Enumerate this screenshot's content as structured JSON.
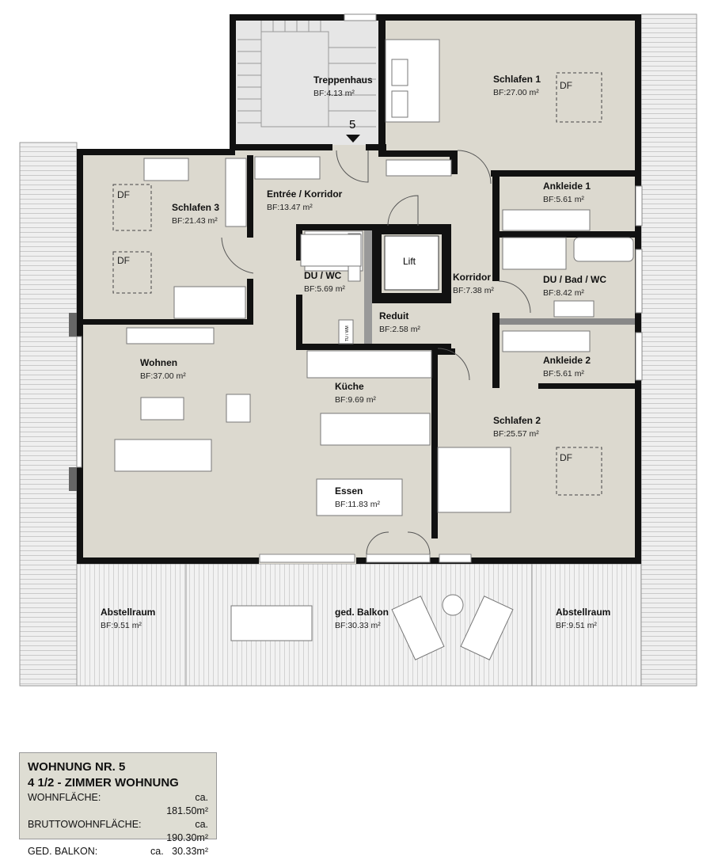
{
  "colors": {
    "floor": "#dcd9cf",
    "wall": "#111111",
    "terrace": "#ececec",
    "stairs": "#e4e4e4"
  },
  "stair": {
    "name": "Treppenhaus",
    "area": "BF:4.13 m²",
    "unit_number": "5"
  },
  "rooms": [
    {
      "name": "Schlafen 1",
      "area": "BF:27.00 m²"
    },
    {
      "name": "Schlafen 3",
      "area": "BF:21.43 m²"
    },
    {
      "name": "Entrée / Korridor",
      "area": "BF:13.47 m²"
    },
    {
      "name": "DU / WC",
      "area": "BF:5.69 m²"
    },
    {
      "name": "Korridor",
      "area": "BF:7.38 m²"
    },
    {
      "name": "Reduit",
      "area": "BF:2.58 m²"
    },
    {
      "name": "Ankleide 1",
      "area": "BF:5.61 m²"
    },
    {
      "name": "DU / Bad / WC",
      "area": "BF:8.42 m²"
    },
    {
      "name": "Ankleide 2",
      "area": "BF:5.61 m²"
    },
    {
      "name": "Wohnen",
      "area": "BF:37.00 m²"
    },
    {
      "name": "Küche",
      "area": "BF:9.69 m²"
    },
    {
      "name": "Schlafen 2",
      "area": "BF:25.57 m²"
    },
    {
      "name": "Essen",
      "area": "BF:11.83 m²"
    },
    {
      "name": "Abstellraum",
      "area": "BF:9.51 m²"
    },
    {
      "name": "ged. Balkon",
      "area": "BF:30.33 m²"
    },
    {
      "name": "Abstellraum",
      "area": "BF:9.51 m²"
    }
  ],
  "labels": {
    "lift": "Lift",
    "df": "DF",
    "wm": "TU / WM"
  },
  "legend": {
    "title": "WOHNUNG NR. 5",
    "subtitle": "4 1/2 - ZIMMER WOHNUNG",
    "rows": [
      {
        "label": "WOHNFLÄCHE:",
        "value": "ca. 181.50m²"
      },
      {
        "label": "BRUTTOWOHNFLÄCHE:",
        "value": "ca. 190.30m²"
      },
      {
        "label": "GED. BALKON:",
        "value": "ca.   30.33m²"
      }
    ]
  }
}
